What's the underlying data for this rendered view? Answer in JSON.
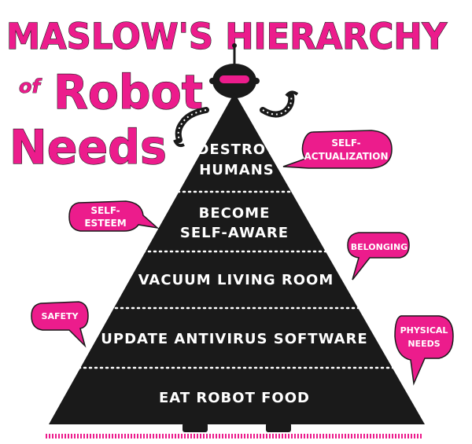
{
  "title": {
    "line1": "MASLOW'S HIERARCHY",
    "line2_small": "of",
    "line2_big": "Robot",
    "line3": "Needs"
  },
  "tiers": [
    {
      "line1": "DESTROY",
      "line2": "HUMANS"
    },
    {
      "line1": "BECOME",
      "line2": "SELF-AWARE"
    },
    {
      "line1": "VACUUM LIVING ROOM"
    },
    {
      "line1": "UPDATE ANTIVIRUS SOFTWARE"
    },
    {
      "line1": "EAT ROBOT FOOD"
    }
  ],
  "bubbles": {
    "self_actualization": {
      "line1": "SELF-",
      "line2": "ACTUALIZATION"
    },
    "self_esteem": {
      "line1": "SELF-",
      "line2": "ESTEEM"
    },
    "belonging": {
      "line1": "BELONGING"
    },
    "safety": {
      "line1": "SAFETY"
    },
    "physical_needs": {
      "line1": "PHYSICAL",
      "line2": "NEEDS"
    }
  },
  "colors": {
    "accent": "#ec1c8c",
    "ink": "#1a1a1a",
    "background": "#ffffff"
  }
}
